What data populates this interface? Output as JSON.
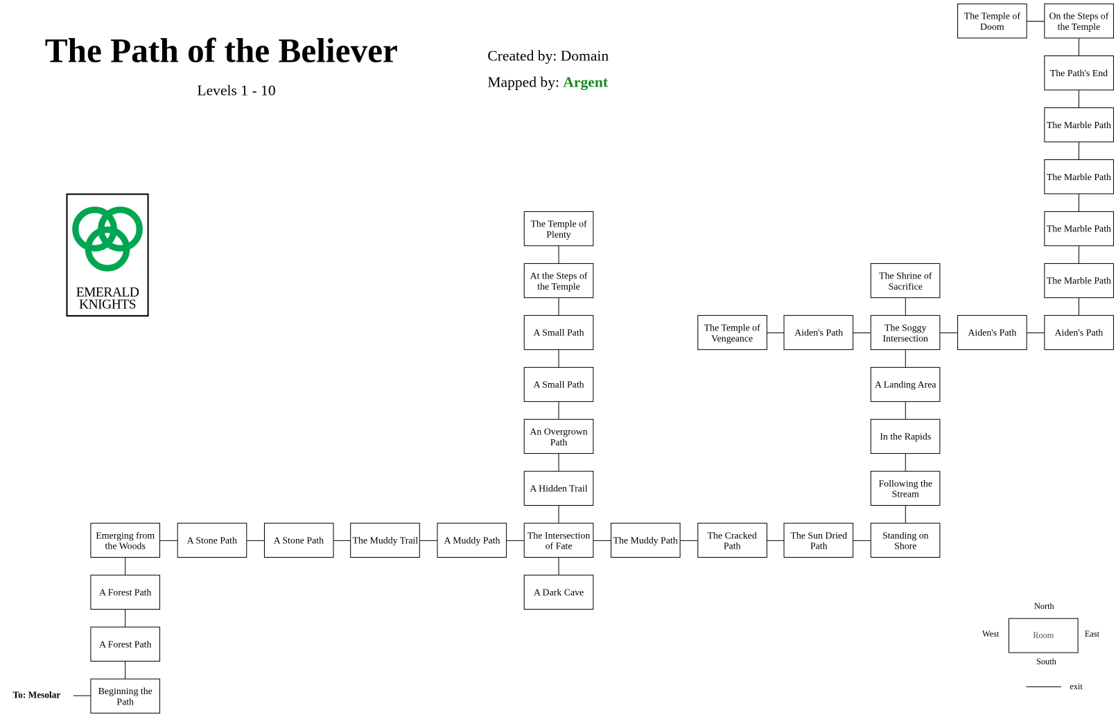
{
  "header": {
    "title": "The Path of the Believer",
    "levels": "Levels 1 - 10",
    "created_by_label": "Created by: Domain",
    "mapped_by_label": "Mapped by: ",
    "mapped_by_name": "Argent",
    "accent_color": "#138a1d"
  },
  "logo": {
    "line1": "EMERALD",
    "line2": "KNIGHTS",
    "color": "#00a651"
  },
  "rooms": [
    "The Temple of Doom",
    "On the Steps of the Temple",
    "The Path's End",
    "The Marble Path",
    "The Marble Path",
    "The Marble Path",
    "The Marble Path",
    "Aiden's Path",
    "Aiden's Path",
    "The Soggy Intersection",
    "Aiden's Path",
    "The Temple of Vengeance",
    "The Shrine of Sacrifice",
    "A Landing Area",
    "In the Rapids",
    "Following the Stream",
    "Standing on Shore",
    "The Sun Dried Path",
    "The Cracked Path",
    "The Muddy Path",
    "The Intersection of Fate",
    "A Dark Cave",
    "A Hidden Trail",
    "An Overgrown Path",
    "A Small Path",
    "A Small Path",
    "At the Steps of the Temple",
    "The Temple of Plenty",
    "A Muddy Path",
    "The Muddy Trail",
    "A Stone Path",
    "A Stone Path",
    "Emerging from the Woods",
    "A Forest Path",
    "A Forest Path",
    "Beginning the Path"
  ],
  "exit_label": "To: Mesolar",
  "legend": {
    "north": "North",
    "south": "South",
    "east": "East",
    "west": "West",
    "room": "Room",
    "exit": "exit"
  }
}
